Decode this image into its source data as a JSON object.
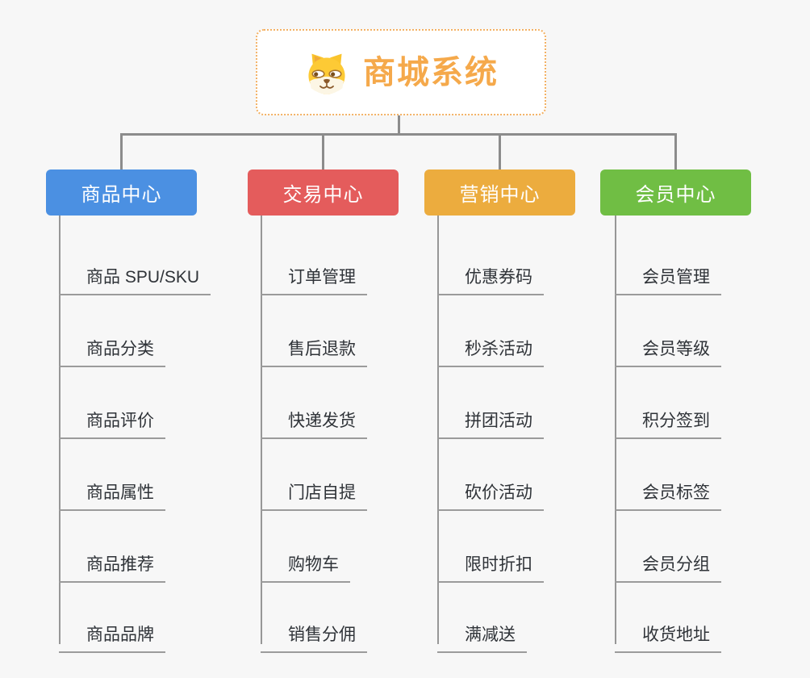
{
  "root": {
    "title": "商城系统",
    "icon": "dog-face-icon"
  },
  "branches": [
    {
      "id": "product-center",
      "label": "商品中心",
      "color": "#4b90e2",
      "items": [
        "商品 SPU/SKU",
        "商品分类",
        "商品评价",
        "商品属性",
        "商品推荐",
        "商品品牌"
      ]
    },
    {
      "id": "trade-center",
      "label": "交易中心",
      "color": "#e45c5c",
      "items": [
        "订单管理",
        "售后退款",
        "快递发货",
        "门店自提",
        "购物车",
        "销售分佣"
      ]
    },
    {
      "id": "marketing-center",
      "label": "营销中心",
      "color": "#ecac3e",
      "items": [
        "优惠券码",
        "秒杀活动",
        "拼团活动",
        "砍价活动",
        "限时折扣",
        "满减送"
      ]
    },
    {
      "id": "member-center",
      "label": "会员中心",
      "color": "#70be44",
      "items": [
        "会员管理",
        "会员等级",
        "积分签到",
        "会员标签",
        "会员分组",
        "收货地址"
      ]
    }
  ],
  "colors": {
    "background": "#f7f7f7",
    "root_accent": "#f5a94b",
    "root_border": "#f3b164",
    "connector": "#8c8c8c",
    "leaf_underline": "#9b9b9b",
    "leaf_text": "#2f3338"
  }
}
